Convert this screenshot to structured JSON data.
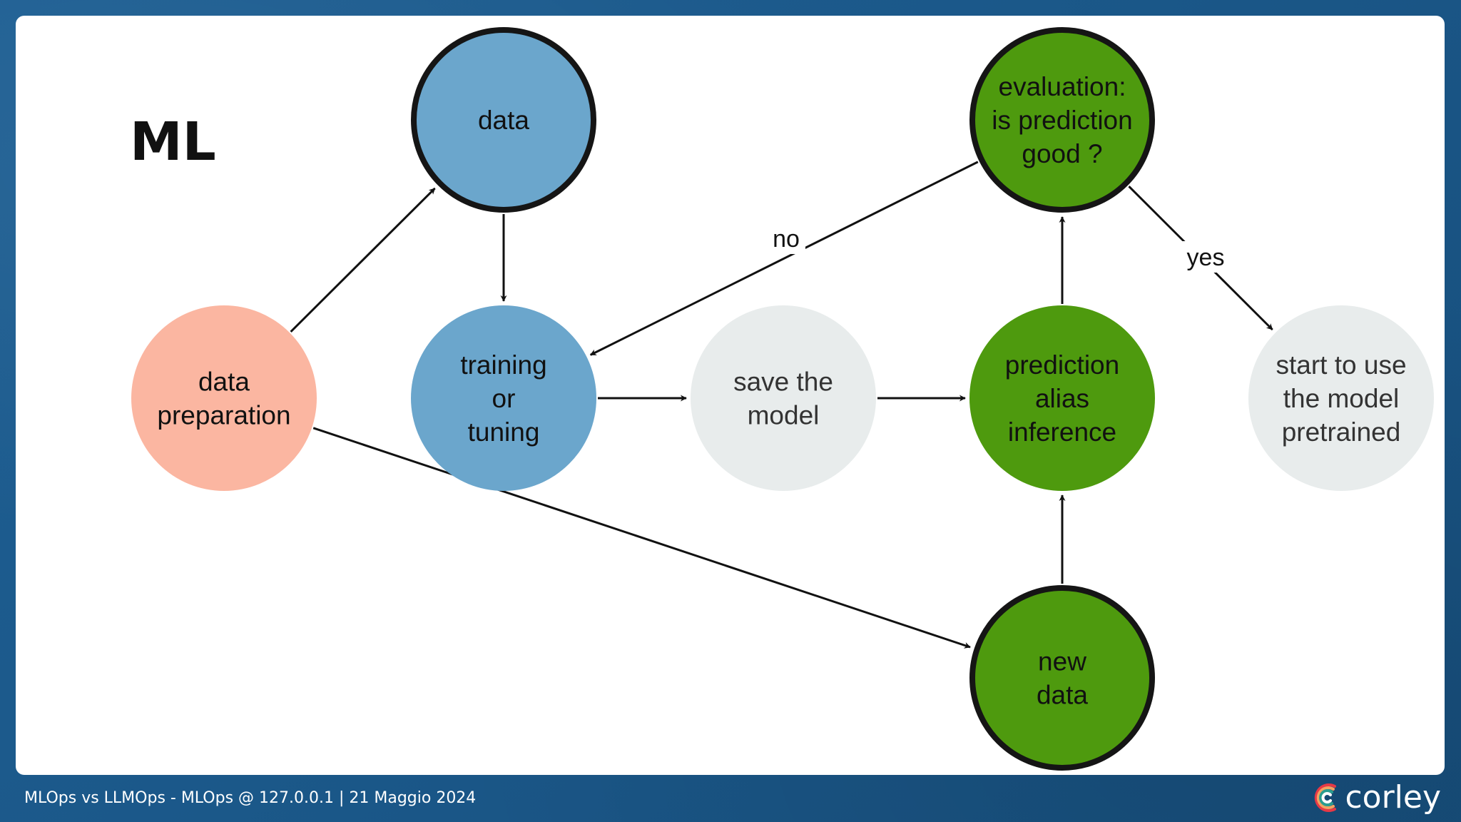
{
  "slide": {
    "title": "ML"
  },
  "colors": {
    "blue": "#6ba6cc",
    "salmon": "#fbb6a1",
    "grey": "#e8ecec",
    "green": "#4e9a0e",
    "outline": "#151515",
    "edge": "#111111",
    "grey_text": "#333333"
  },
  "diagram": {
    "nodes": [
      {
        "id": "data",
        "lines": [
          "data"
        ]
      },
      {
        "id": "data_preparation",
        "lines": [
          "data",
          "preparation"
        ]
      },
      {
        "id": "training",
        "lines": [
          "training",
          "or",
          "tuning"
        ]
      },
      {
        "id": "save_model",
        "lines": [
          "save the",
          "model"
        ]
      },
      {
        "id": "prediction",
        "lines": [
          "prediction",
          "alias",
          "inference"
        ]
      },
      {
        "id": "evaluation",
        "lines": [
          "evaluation:",
          "is prediction",
          "good ?"
        ]
      },
      {
        "id": "start_use",
        "lines": [
          "start to use",
          "the model",
          "pretrained"
        ]
      },
      {
        "id": "new_data",
        "lines": [
          "new",
          "data"
        ]
      }
    ],
    "edges": [
      {
        "from": "data_preparation",
        "to": "data"
      },
      {
        "from": "data",
        "to": "training"
      },
      {
        "from": "training",
        "to": "save_model"
      },
      {
        "from": "save_model",
        "to": "prediction"
      },
      {
        "from": "prediction",
        "to": "evaluation"
      },
      {
        "from": "new_data",
        "to": "prediction"
      },
      {
        "from": "data_preparation",
        "to": "new_data"
      },
      {
        "from": "evaluation",
        "to": "training",
        "label": "no"
      },
      {
        "from": "evaluation",
        "to": "start_use",
        "label": "yes"
      }
    ]
  },
  "footer": {
    "text": "MLOps vs LLMOps - MLOps @ 127.0.0.1 | 21 Maggio 2024",
    "brand": "corley"
  }
}
